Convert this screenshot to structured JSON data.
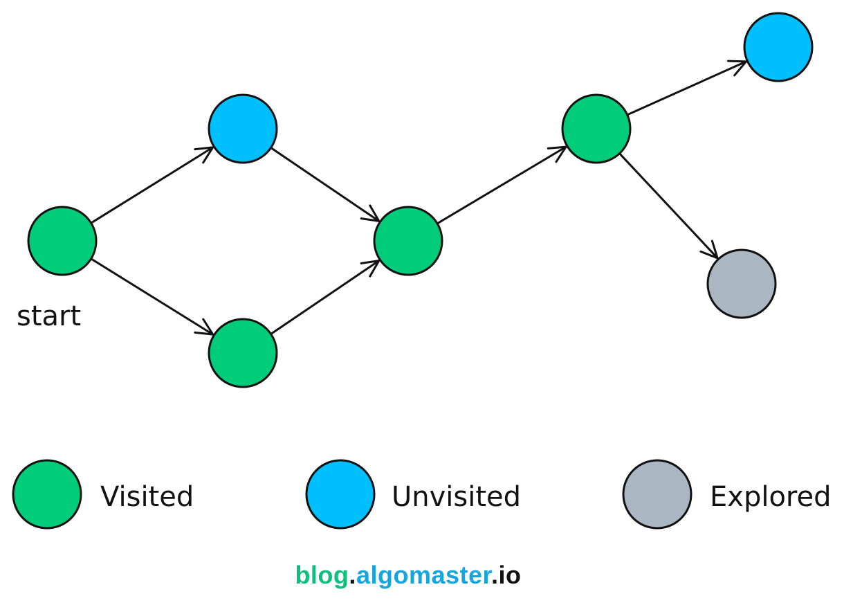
{
  "colors": {
    "visited": "#00cc7a",
    "unvisited": "#00bfff",
    "explored": "#aab6c2",
    "stroke": "#111111"
  },
  "nodes": [
    {
      "id": "n-start",
      "state": "visited"
    },
    {
      "id": "n-top-a",
      "state": "unvisited"
    },
    {
      "id": "n-bottom-a",
      "state": "visited"
    },
    {
      "id": "n-merge",
      "state": "visited"
    },
    {
      "id": "n-branch",
      "state": "visited"
    },
    {
      "id": "n-top-right",
      "state": "unvisited"
    },
    {
      "id": "n-bottom-right",
      "state": "explored"
    }
  ],
  "edges": [
    {
      "from": "n-start",
      "to": "n-top-a"
    },
    {
      "from": "n-start",
      "to": "n-bottom-a"
    },
    {
      "from": "n-top-a",
      "to": "n-merge"
    },
    {
      "from": "n-bottom-a",
      "to": "n-merge"
    },
    {
      "from": "n-merge",
      "to": "n-branch"
    },
    {
      "from": "n-branch",
      "to": "n-top-right"
    },
    {
      "from": "n-branch",
      "to": "n-bottom-right"
    }
  ],
  "labels": {
    "start": "start"
  },
  "legend": {
    "visited": "Visited",
    "unvisited": "Unvisited",
    "explored": "Explored"
  },
  "brand": {
    "blog": "blog",
    "dot1": ".",
    "algomaster": "algomaster",
    "dot2": ".",
    "io": "io"
  }
}
